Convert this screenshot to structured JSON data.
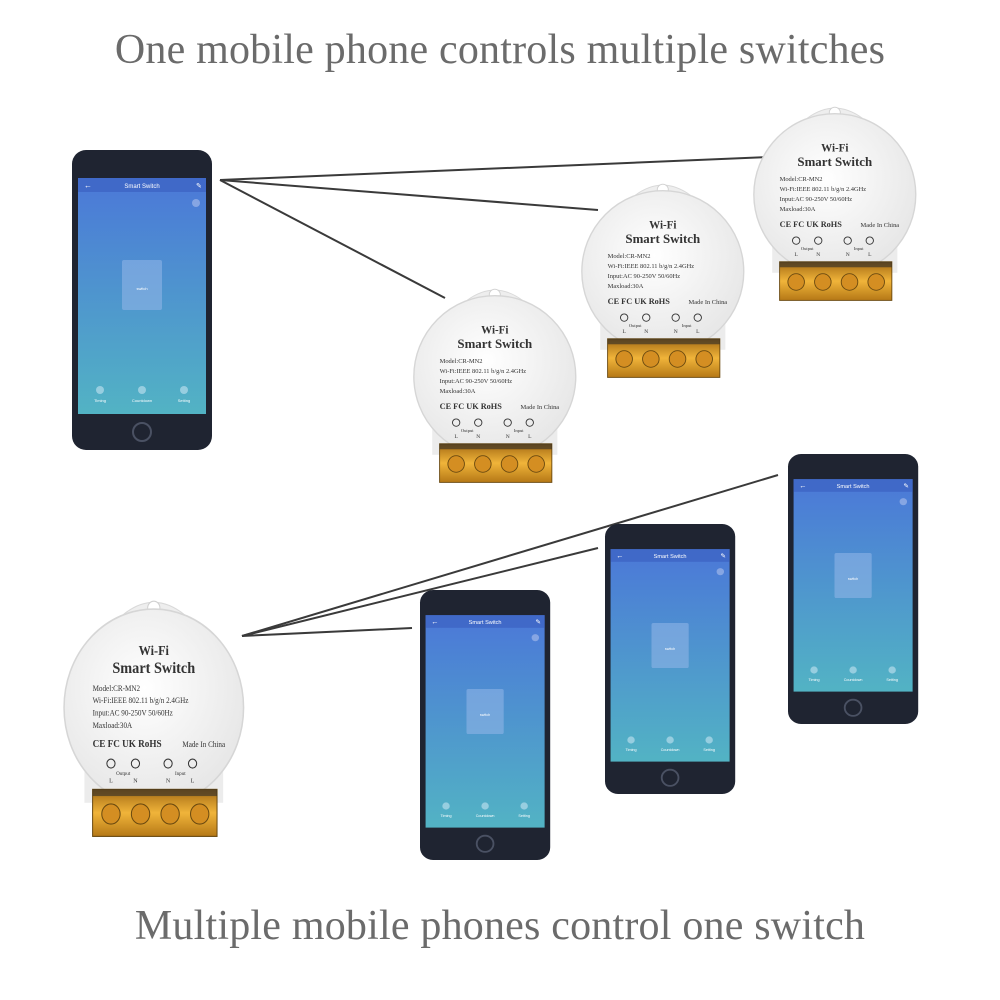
{
  "headlines": {
    "top": "One mobile phone controls multiple switches",
    "bottom": "Multiple mobile phones control one switch"
  },
  "phone_app": {
    "title": "Smart Switch",
    "center_button_label": "switch",
    "bottom_tabs": [
      "Timing",
      "Countdown",
      "Setting"
    ],
    "icons": [
      "back-arrow-icon",
      "edit-pencil-icon",
      "home-button-icon"
    ]
  },
  "switch_device": {
    "brand_line": "Wi-Fi",
    "product_name": "Smart Switch",
    "model": "Model:CR-MN2",
    "wifi": "Wi-Fi:IEEE 802.11 b/g/n 2.4GHz",
    "input": "Input:AC 90-250V 50/60Hz",
    "maxload": "Maxload:30A",
    "cert_marks": "CE FC UK RoHS",
    "made_in": "Made In China",
    "output_label": "Output",
    "input_label": "Input",
    "terminal_labels": [
      "L",
      "N",
      "N",
      "L"
    ]
  },
  "colors": {
    "headline": "#6b6b6b",
    "screen_top": "#4b78d8",
    "screen_bottom": "#52b3c4",
    "phone_body": "#1f2431",
    "switch_body": "#f3f3f3",
    "terminal_block": "#e4a02b",
    "line": "#3a3a3a"
  }
}
